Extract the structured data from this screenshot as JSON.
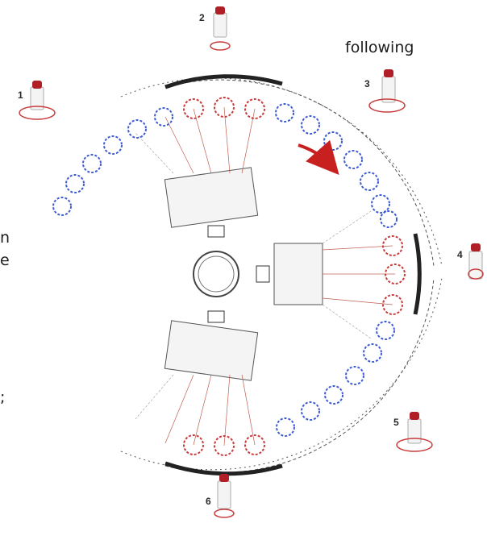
{
  "text_fragments": {
    "line1": "following",
    "line2": "n",
    "line3": "e",
    "line4": ";"
  },
  "station_numbers": [
    "1",
    "2",
    "3",
    "4",
    "5",
    "6"
  ],
  "colors": {
    "red_wafer": "#c83c3c",
    "blue_wafer": "#3c5ad2",
    "cap_red": "#b01e26",
    "arrow": "#c8201e",
    "line_gray": "#444444"
  }
}
